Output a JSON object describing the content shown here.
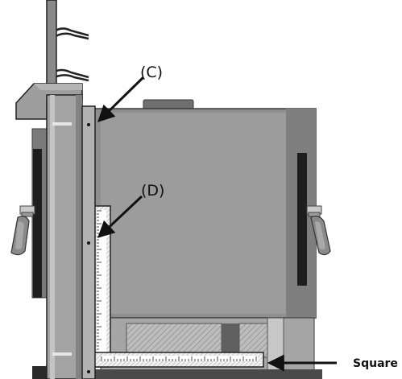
{
  "labels": {
    "callout_c": "(C)",
    "callout_d": "(D)",
    "square": "Square"
  }
}
